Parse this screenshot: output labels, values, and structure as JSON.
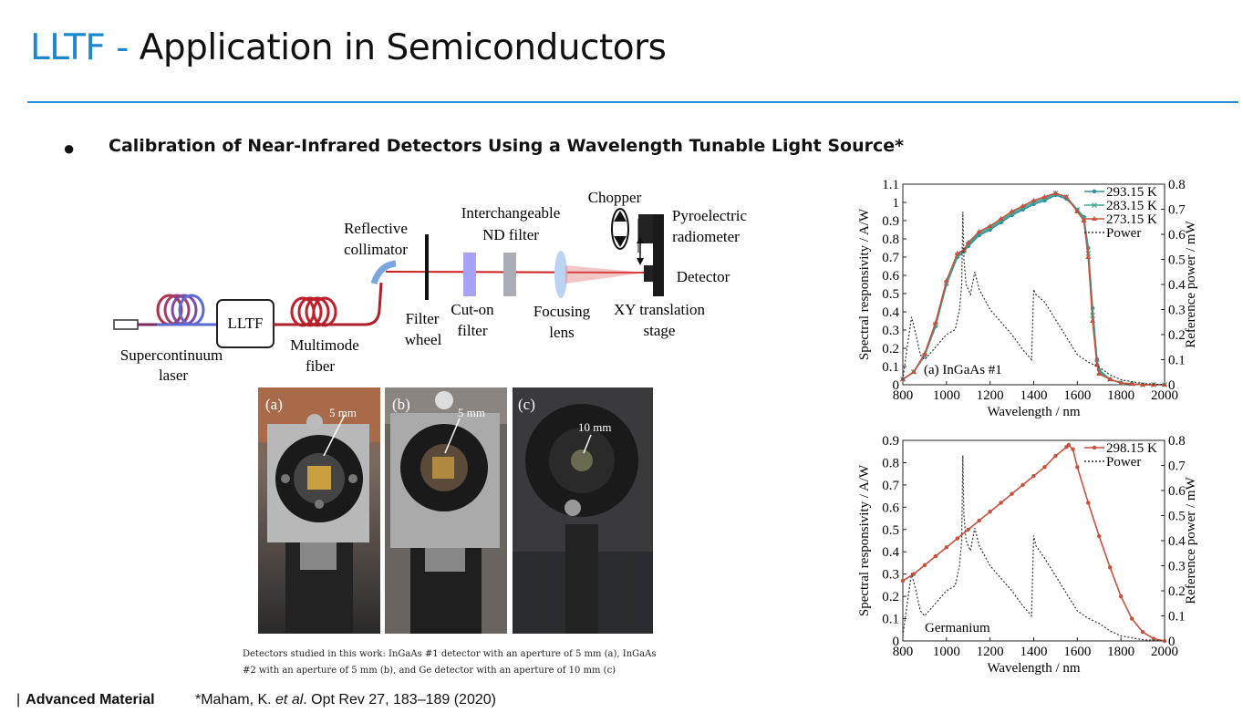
{
  "slide": {
    "title_brand": "LLTF",
    "title_sep": " - ",
    "title_rest": "Application in Semiconductors",
    "bullet": "●",
    "bullet_text": "Calibration of Near-Infrared Detectors Using a Wavelength Tunable Light Source*"
  },
  "setup": {
    "supercontinuum_1": "Supercontinuum",
    "supercontinuum_2": "laser",
    "lltf": "LLTF",
    "multimode_1": "Multimode",
    "multimode_2": "fiber",
    "reflective_1": "Reflective",
    "reflective_2": "collimator",
    "filter_1": "Filter",
    "filter_2": "wheel",
    "cuton_1": "Cut-on",
    "cuton_2": "filter",
    "nd_1": "Interchangeable",
    "nd_2": "ND filter",
    "focusing_1": "Focusing",
    "focusing_2": "lens",
    "xy_1": "XY translation",
    "xy_2": "stage",
    "chopper": "Chopper",
    "pyro_1": "Pyroelectric",
    "pyro_2": "radiometer",
    "detector": "Detector"
  },
  "photos": [
    {
      "panel": "(a)",
      "aperture": "5 mm"
    },
    {
      "panel": "(b)",
      "aperture": "5 mm"
    },
    {
      "panel": "(c)",
      "aperture": "10 mm"
    }
  ],
  "caption": "Detectors studied in this work: InGaAs #1 detector with an aperture of 5 mm (a), InGaAs #2 with an aperture of 5 mm (b), and Ge detector with an aperture of 10 mm (c)",
  "chart_data": [
    {
      "type": "line",
      "annotation": "(a) InGaAs #1",
      "xlabel": "Wavelength / nm",
      "ylabel": "Spectral responsivity / A/W",
      "y2label": "Reference power / mW",
      "xlim": [
        800,
        2000
      ],
      "ylim": [
        0,
        1.1
      ],
      "y2lim": [
        0,
        0.8
      ],
      "xticks": [
        "800",
        "1000",
        "1200",
        "1400",
        "1600",
        "1800",
        "2000"
      ],
      "yticks": [
        "0",
        "0.1",
        "0.2",
        "0.3",
        "0.4",
        "0.5",
        "0.6",
        "0.7",
        "0.8",
        "0.9",
        "1",
        "1.1"
      ],
      "y2ticks": [
        "0",
        "0.1",
        "0.2",
        "0.3",
        "0.4",
        "0.5",
        "0.6",
        "0.7",
        "0.8"
      ],
      "legend": "top-right",
      "series": [
        {
          "name": "293.15 K",
          "color": "#2a8fa0",
          "marker": "circle",
          "axis": "left",
          "x": [
            800,
            850,
            900,
            950,
            1000,
            1050,
            1080,
            1100,
            1150,
            1200,
            1250,
            1300,
            1350,
            1400,
            1450,
            1500,
            1550,
            1600,
            1630,
            1650,
            1670,
            1690,
            1700,
            1750,
            1800,
            1850,
            1900,
            1950,
            2000
          ],
          "y": [
            0.03,
            0.07,
            0.16,
            0.32,
            0.55,
            0.7,
            0.73,
            0.76,
            0.82,
            0.85,
            0.89,
            0.93,
            0.96,
            0.99,
            1.01,
            1.04,
            1.02,
            0.96,
            0.92,
            0.75,
            0.42,
            0.14,
            0.08,
            0.03,
            0.01,
            0.005,
            0.0,
            0.0,
            0.0
          ]
        },
        {
          "name": "283.15 K",
          "color": "#3aa88f",
          "marker": "x",
          "axis": "left",
          "x": [
            800,
            850,
            900,
            950,
            1000,
            1050,
            1080,
            1100,
            1150,
            1200,
            1250,
            1300,
            1350,
            1400,
            1450,
            1500,
            1550,
            1600,
            1630,
            1650,
            1670,
            1690,
            1700,
            1750,
            1800,
            1850,
            1900,
            1950,
            2000
          ],
          "y": [
            0.03,
            0.07,
            0.16,
            0.33,
            0.56,
            0.71,
            0.74,
            0.77,
            0.83,
            0.86,
            0.9,
            0.94,
            0.97,
            1.0,
            1.02,
            1.05,
            1.03,
            0.96,
            0.91,
            0.72,
            0.38,
            0.12,
            0.07,
            0.03,
            0.01,
            0.005,
            0.0,
            0.0,
            0.0
          ]
        },
        {
          "name": "273.15 K",
          "color": "#c8503c",
          "marker": "triangle",
          "axis": "left",
          "x": [
            800,
            850,
            900,
            950,
            1000,
            1050,
            1080,
            1100,
            1150,
            1200,
            1250,
            1300,
            1350,
            1400,
            1450,
            1500,
            1550,
            1600,
            1630,
            1650,
            1670,
            1690,
            1700,
            1750,
            1800,
            1850,
            1900,
            1950,
            2000
          ],
          "y": [
            0.03,
            0.07,
            0.17,
            0.34,
            0.57,
            0.72,
            0.74,
            0.78,
            0.84,
            0.87,
            0.91,
            0.95,
            0.98,
            1.01,
            1.03,
            1.05,
            1.03,
            0.95,
            0.9,
            0.7,
            0.35,
            0.11,
            0.06,
            0.03,
            0.01,
            0.005,
            0.0,
            0.0,
            0.0
          ]
        },
        {
          "name": "Power",
          "color": "#333333",
          "dash": true,
          "axis": "right",
          "x": [
            800,
            820,
            840,
            860,
            880,
            900,
            950,
            1000,
            1040,
            1060,
            1070,
            1075,
            1080,
            1090,
            1110,
            1130,
            1150,
            1200,
            1250,
            1300,
            1350,
            1390,
            1400,
            1410,
            1450,
            1500,
            1550,
            1600,
            1650,
            1700,
            1750,
            1800,
            1900,
            2000
          ],
          "y": [
            0.02,
            0.15,
            0.27,
            0.2,
            0.12,
            0.1,
            0.15,
            0.2,
            0.22,
            0.3,
            0.4,
            0.69,
            0.5,
            0.4,
            0.36,
            0.45,
            0.38,
            0.3,
            0.25,
            0.2,
            0.14,
            0.1,
            0.38,
            0.36,
            0.33,
            0.26,
            0.19,
            0.12,
            0.09,
            0.07,
            0.04,
            0.02,
            0.005,
            0.0
          ]
        }
      ]
    },
    {
      "type": "line",
      "annotation": "Germanium",
      "xlabel": "Wavelength / nm",
      "ylabel": "Spectral responsivity / A/W",
      "y2label": "Reference power / mW",
      "xlim": [
        800,
        2000
      ],
      "ylim": [
        0,
        0.9
      ],
      "y2lim": [
        0,
        0.8
      ],
      "xticks": [
        "800",
        "1000",
        "1200",
        "1400",
        "1600",
        "1800",
        "2000"
      ],
      "yticks": [
        "0",
        "0.1",
        "0.2",
        "0.3",
        "0.4",
        "0.5",
        "0.6",
        "0.7",
        "0.8",
        "0.9"
      ],
      "y2ticks": [
        "0",
        "0.1",
        "0.2",
        "0.3",
        "0.4",
        "0.5",
        "0.6",
        "0.7",
        "0.8"
      ],
      "legend": "top-right",
      "series": [
        {
          "name": "298.15 K",
          "color": "#c8503c",
          "marker": "circle",
          "axis": "left",
          "x": [
            800,
            850,
            900,
            950,
            1000,
            1050,
            1100,
            1150,
            1200,
            1250,
            1300,
            1350,
            1400,
            1450,
            1500,
            1550,
            1560,
            1580,
            1600,
            1650,
            1700,
            1750,
            1800,
            1850,
            1900,
            1950,
            2000
          ],
          "y": [
            0.27,
            0.3,
            0.34,
            0.38,
            0.42,
            0.46,
            0.5,
            0.54,
            0.58,
            0.62,
            0.66,
            0.7,
            0.74,
            0.78,
            0.83,
            0.87,
            0.88,
            0.86,
            0.78,
            0.62,
            0.47,
            0.33,
            0.2,
            0.1,
            0.04,
            0.01,
            0.0
          ]
        },
        {
          "name": "Power",
          "color": "#333333",
          "dash": true,
          "axis": "right",
          "x": [
            800,
            820,
            840,
            860,
            880,
            900,
            950,
            1000,
            1040,
            1060,
            1070,
            1075,
            1080,
            1090,
            1110,
            1130,
            1150,
            1200,
            1250,
            1300,
            1350,
            1390,
            1400,
            1410,
            1450,
            1500,
            1550,
            1600,
            1650,
            1700,
            1750,
            1800,
            1900,
            2000
          ],
          "y": [
            0.02,
            0.15,
            0.27,
            0.2,
            0.12,
            0.1,
            0.15,
            0.2,
            0.22,
            0.3,
            0.4,
            0.74,
            0.5,
            0.4,
            0.36,
            0.45,
            0.38,
            0.3,
            0.25,
            0.2,
            0.14,
            0.1,
            0.42,
            0.38,
            0.33,
            0.26,
            0.19,
            0.12,
            0.09,
            0.07,
            0.04,
            0.02,
            0.005,
            0.0
          ]
        }
      ]
    }
  ],
  "footer": {
    "bar": "|",
    "brand": "Advanced Material",
    "ref_star": "*Maham, K. ",
    "ref_etal": "et al",
    "ref_rest": ". Opt Rev 27, 183–189 (2020)"
  }
}
